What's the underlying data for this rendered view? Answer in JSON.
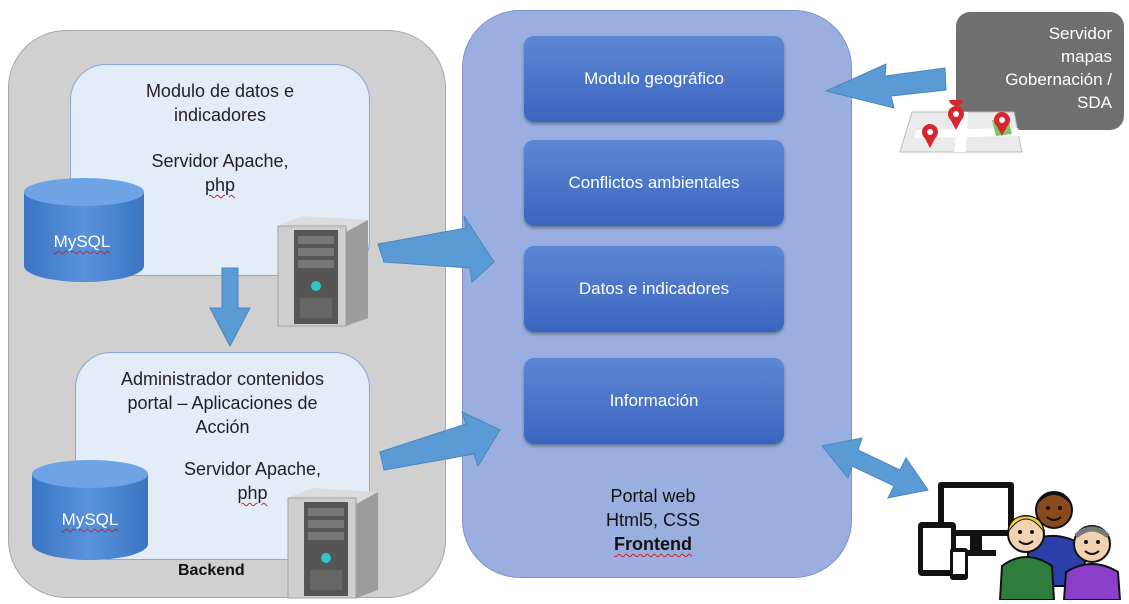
{
  "backend": {
    "label": "Backend",
    "module_datos": {
      "title_line1": "Modulo de datos e",
      "title_line2": "indicadores",
      "server_line1": "Servidor Apache,",
      "server_line2": "php",
      "db": "MySQL"
    },
    "module_admin": {
      "title_line1": "Administrador contenidos",
      "title_line2": "portal – Aplicaciones de",
      "title_line3": "Acción",
      "server_line1": "Servidor Apache,",
      "server_line2": "php",
      "db": "MySQL"
    }
  },
  "frontend": {
    "modules": [
      "Modulo geográfico",
      "Conflictos ambientales",
      "Datos e indicadores",
      "Información"
    ],
    "caption_line1": "Portal web",
    "caption_line2": "Html5, CSS",
    "caption_line3": "Frontend"
  },
  "map_server": {
    "line1": "Servidor",
    "line2": "mapas",
    "line3": "Gobernación /",
    "line4": "SDA"
  },
  "colors": {
    "backend_bg": "#d0d0d0",
    "module_bg": "#e3edf8",
    "frontend_bg": "#9aaee0",
    "frontend_box": "#4a73c8",
    "arrow": "#5b9bd5",
    "map_server_bg": "#706f6f"
  },
  "icons": [
    "mysql-database-icon",
    "server-tower-icon",
    "map-pins-icon",
    "users-devices-icon"
  ]
}
